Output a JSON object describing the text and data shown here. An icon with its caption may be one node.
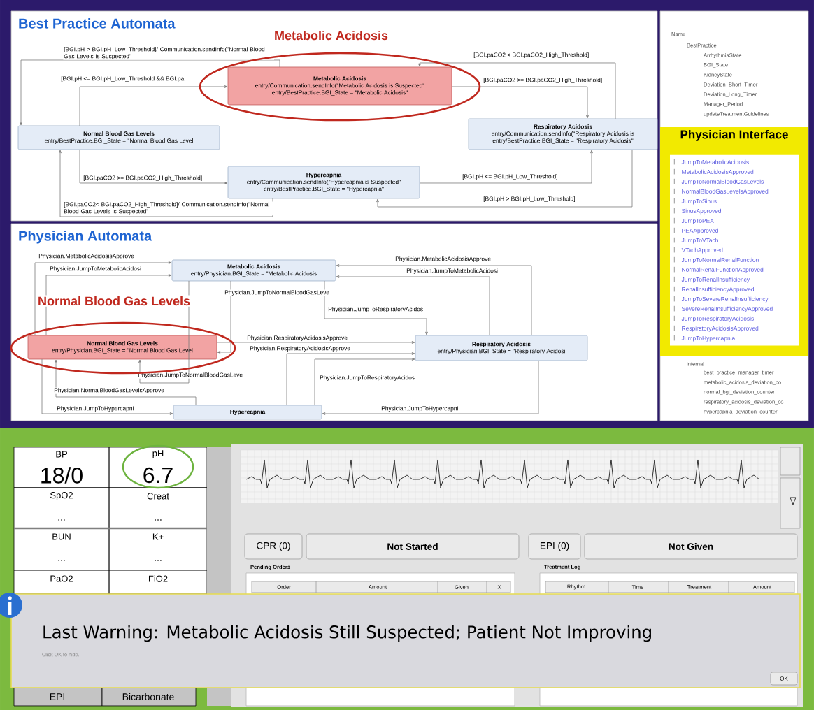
{
  "diagram": {
    "nodes": [
      {
        "text": [
          "Metabolic Acidosis",
          "entry/Communication.sendInfo(\"Metabolic Acidosis is Suspected\"",
          "entry/BestPractice.BGI_State = \"Metabolic Acidosis\""
        ]
      },
      {
        "text": [
          "Normal Blood Gas Levels",
          "entry/BestPractice.BGI_State = \"Normal Blood Gas Level"
        ]
      },
      {
        "text": [
          "Hypercapnia",
          "entry/Communication.sendInfo(\"Hypercapnia is Suspected\"",
          "entry/BestPractice.BGI_State = \"Hypercapnia\""
        ]
      },
      {
        "text": [
          "Respiratory Acidosis",
          "entry/Communication.sendInfo(\"Respiratory Acidosis is",
          "entry/BestPractice.BGI_State = \"Respiratory Acidosis\""
        ]
      },
      {
        "text": [
          "Metabolic Acidosis",
          "entry/Physician.BGI_State = \"Metabolic Acidosis"
        ]
      },
      {
        "text": [
          "Normal Blood Gas Levels",
          "entry/Physician.BGI_State = \"Normal Blood Gas Level"
        ]
      },
      {
        "text": [
          "Respiratory Acidosis",
          "entry/Physician.BGI_State = \"Respiratory Acidosi"
        ]
      },
      {
        "text": [
          "Hypercapnia"
        ]
      },
      {
        "text": [
          "Physician Interface",
          "JumpToMetabolicAcidosis",
          "MetabolicAcidosisApproved",
          "JumpToNormalBloodGasLevels",
          "NormalBloodGasLevelsApproved",
          "JumpToSinus",
          "SinusApproved",
          "JumpToPEA",
          "PEAApproved",
          "JumpToVTach",
          "VTachApproved",
          "JumpToNormalRenalFunction",
          "NormalRenalFunctionApproved",
          "JumpToRenalInsufficiency",
          "RenalInsufficiencyApproved",
          "JumpToSevereRenalInsufficiency",
          "SevereRenalInsufficiencyApproved",
          "JumpToRespiratoryAcidosis",
          "RespiratoryAcidosisApproved",
          "JumpToHypercapnia"
        ]
      },
      {
        "text": [
          "CPR (0)"
        ]
      },
      {
        "text": [
          "Not Started"
        ]
      },
      {
        "text": [
          "EPI (0)"
        ]
      },
      {
        "text": [
          "Not Given"
        ]
      },
      {
        "text": [
          "Last Warning: Metabolic Acidosis Still Suspected; Patient Not Improving",
          "Click OK to hide."
        ]
      },
      {
        "text": [
          "OK"
        ],
        "in": 13
      }
    ],
    "edges": [
      {
        "from": 0,
        "to": 1,
        "arrow": "to",
        "label": "[BGI.pH > BGI.pH_Low_Threshold]/ Communication.sendInfo(\"Normal Blood Gas Levels is Suspected\""
      },
      {
        "from": 1,
        "to": 0,
        "arrow": "to",
        "label": "[BGI.pH <= BGI.pH_Low_Threshold && BGI.pa"
      },
      {
        "from": 1,
        "to": 2,
        "arrow": "to",
        "label": "[BGI.paCO2 >= BGI.paCO2_High_Threshold]"
      },
      {
        "from": 2,
        "to": 1,
        "arrow": "to",
        "label": "[BGI.paCO2< BGI.paCO2_High_Threshold]/ Communication.sendInfo(\"Normal Blood Gas Levels is Suspected\""
      },
      {
        "from": 3,
        "to": 0,
        "arrow": "to",
        "label": "[BGI.paCO2 < BGI.paCO2_High_Threshold]"
      },
      {
        "from": 0,
        "to": 3,
        "arrow": "to",
        "label": "[BGI.paCO2 >= BGI.paCO2_High_Threshold]"
      },
      {
        "from": 2,
        "to": 3,
        "arrow": "to",
        "label": "[BGI.pH <= BGI.pH_Low_Threshold]"
      },
      {
        "from": 3,
        "to": 2,
        "arrow": "to",
        "label": "[BGI.pH > BGI.pH_Low_Threshold]"
      },
      {
        "from": 5,
        "to": 4,
        "arrow": "to",
        "label": "Physician.MetabolicAcidosisApprove"
      },
      {
        "from": 5,
        "to": 4,
        "arrow": "to",
        "label": "Physician.JumpToMetabolicAcidosi"
      },
      {
        "from": 4,
        "to": 5,
        "arrow": "to",
        "label": "Physician.JumpToNormalBloodGasLeve"
      },
      {
        "from": 4,
        "to": 5,
        "arrow": "to",
        "label": "Physician.JumpToNormalBloodGasLeve"
      },
      {
        "from": 5,
        "to": 6,
        "arrow": "to",
        "label": "Physician.RespiratoryAcidosisApprove"
      },
      {
        "from": 7,
        "to": 6,
        "arrow": "to",
        "label": "Physician.RespiratoryAcidosisApprove"
      },
      {
        "from": 4,
        "to": 6,
        "arrow": "to",
        "label": "Physician.JumpToRespiratoryAcidos"
      },
      {
        "from": 7,
        "to": 6,
        "arrow": "to",
        "label": "Physician.JumpToRespiratoryAcidos"
      },
      {
        "from": 6,
        "to": 4,
        "arrow": "to",
        "label": "Physician.MetabolicAcidosisApprove"
      },
      {
        "from": 6,
        "to": 4,
        "arrow": "to",
        "label": "Physician.JumpToMetabolicAcidosi"
      },
      {
        "from": 7,
        "to": 5,
        "arrow": "to",
        "label": "Physician.NormalBloodGasLevelsApprove"
      },
      {
        "from": 5,
        "to": 7,
        "arrow": "to",
        "label": "Physician.JumpToHypercapni"
      },
      {
        "from": 6,
        "to": 7,
        "arrow": "to",
        "label": "Physician.JumpToHypercapni."
      }
    ],
    "labels": [
      "Best Practice Automata",
      "Metabolic Acidosis",
      "Physician Automata",
      "Normal Blood Gas Levels",
      "Name",
      "BestPractice",
      "ArrhythmiaState",
      "BGI_State",
      "KidneyState",
      "Deviation_Short_Timer",
      "Deviation_Long_Timer",
      "Manager_Period",
      "updateTreatmentGuidelines",
      "internal",
      "best_practice_manager_timer",
      "metabolic_acidosis_deviation_co",
      "normal_bgi_deviation_counter",
      "respiratory_acidosis_deviation_co",
      "hypercapnia_deviation_counter",
      "BP",
      "pH",
      "18/0",
      "6.7",
      "SpO2",
      "Creat",
      "...",
      "...",
      "BUN",
      "K+",
      "...",
      "...",
      "PaO2",
      "FiO2",
      "Pending Orders",
      "Order",
      "Amount",
      "Given",
      "X",
      "Treatment Log",
      "Rhythm",
      "Time",
      "Treatment",
      "Amount",
      "EPI",
      "Bicarbonate"
    ]
  }
}
